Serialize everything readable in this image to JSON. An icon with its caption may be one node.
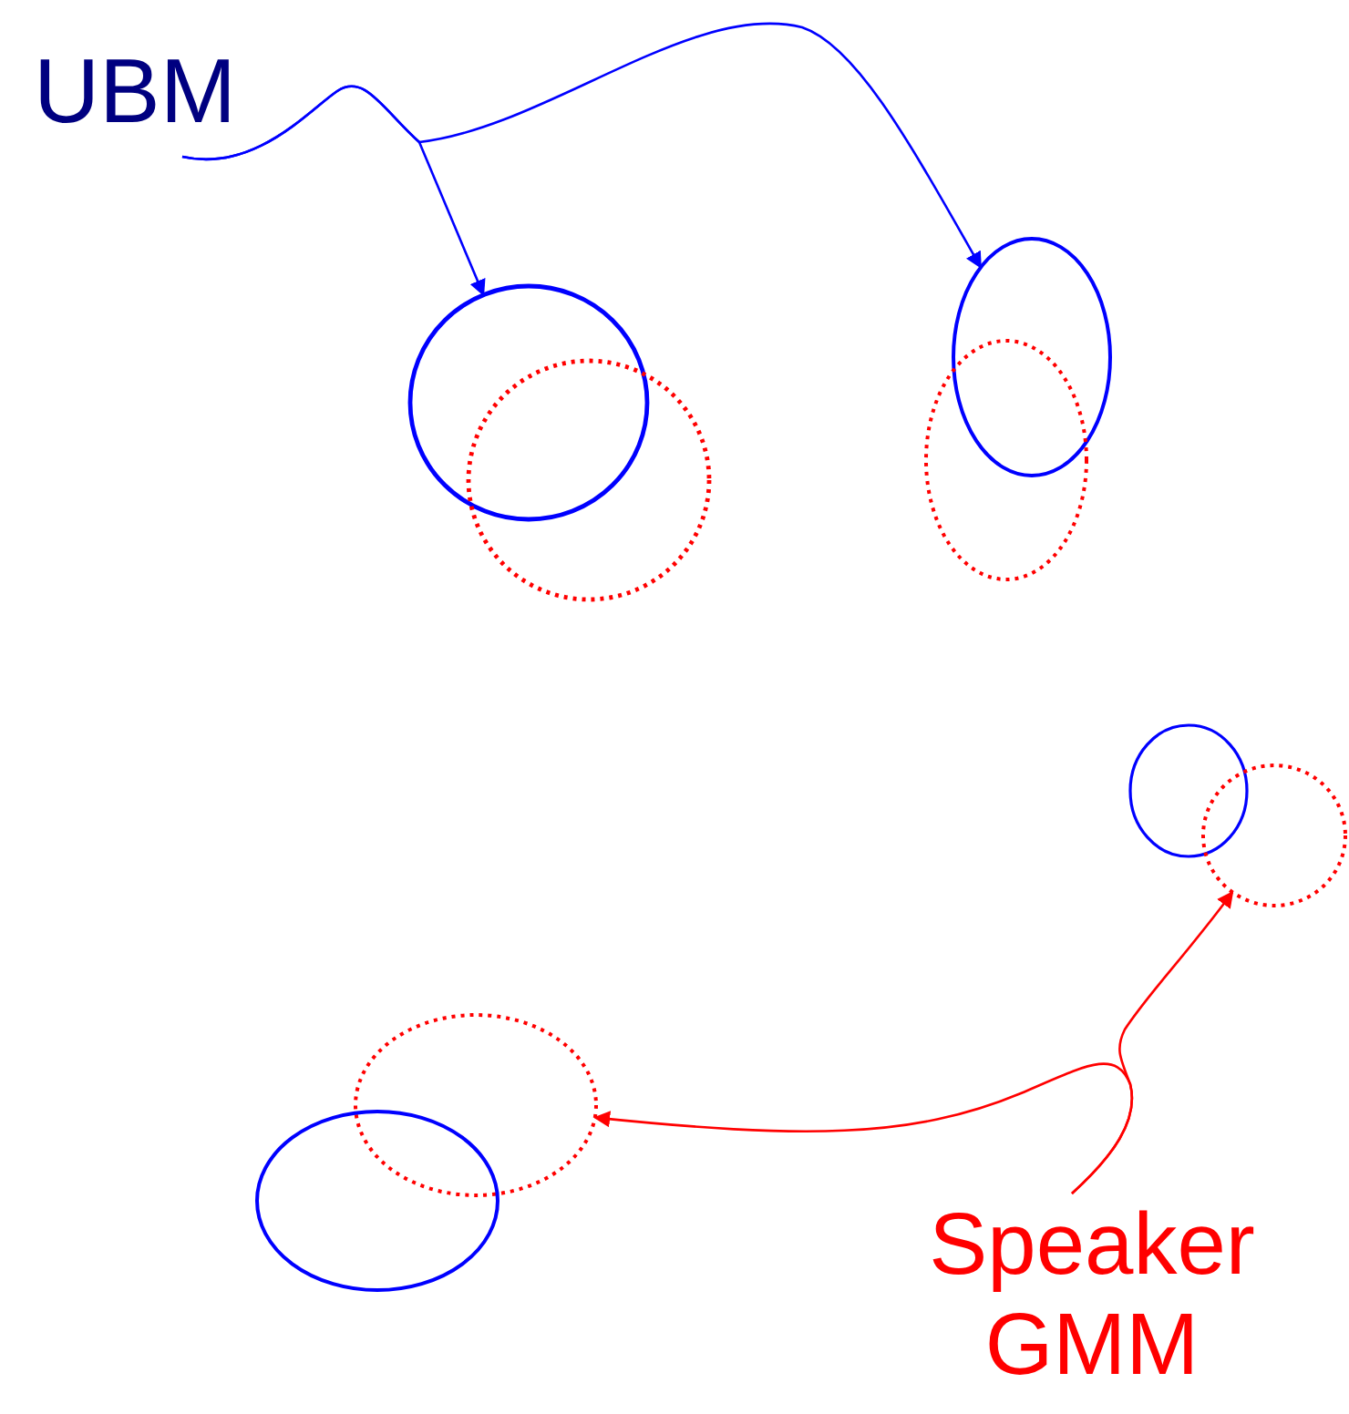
{
  "diagram": {
    "nodes": [
      {
        "text": [
          "UBM"
        ]
      },
      {
        "text": [],
        "shape": "circle"
      },
      {
        "text": [],
        "shape": "circle"
      },
      {
        "text": [],
        "shape": "circle"
      },
      {
        "text": [],
        "shape": "circle"
      },
      {
        "text": [],
        "shape": "circle"
      },
      {
        "text": [],
        "shape": "circle"
      },
      {
        "text": [],
        "shape": "circle"
      },
      {
        "text": [],
        "shape": "circle"
      },
      {
        "text": [
          "Speaker GMM"
        ]
      }
    ],
    "edges": [
      {
        "from": 0,
        "to": 1,
        "arrow": "to",
        "color": "#0000ff"
      },
      {
        "from": 0,
        "to": 3,
        "arrow": "to",
        "color": "#0000ff"
      },
      {
        "from": 9,
        "to": 7,
        "arrow": "to",
        "color": "#ff0000"
      },
      {
        "from": 9,
        "to": 6,
        "arrow": "to",
        "color": "#ff0000"
      }
    ]
  }
}
